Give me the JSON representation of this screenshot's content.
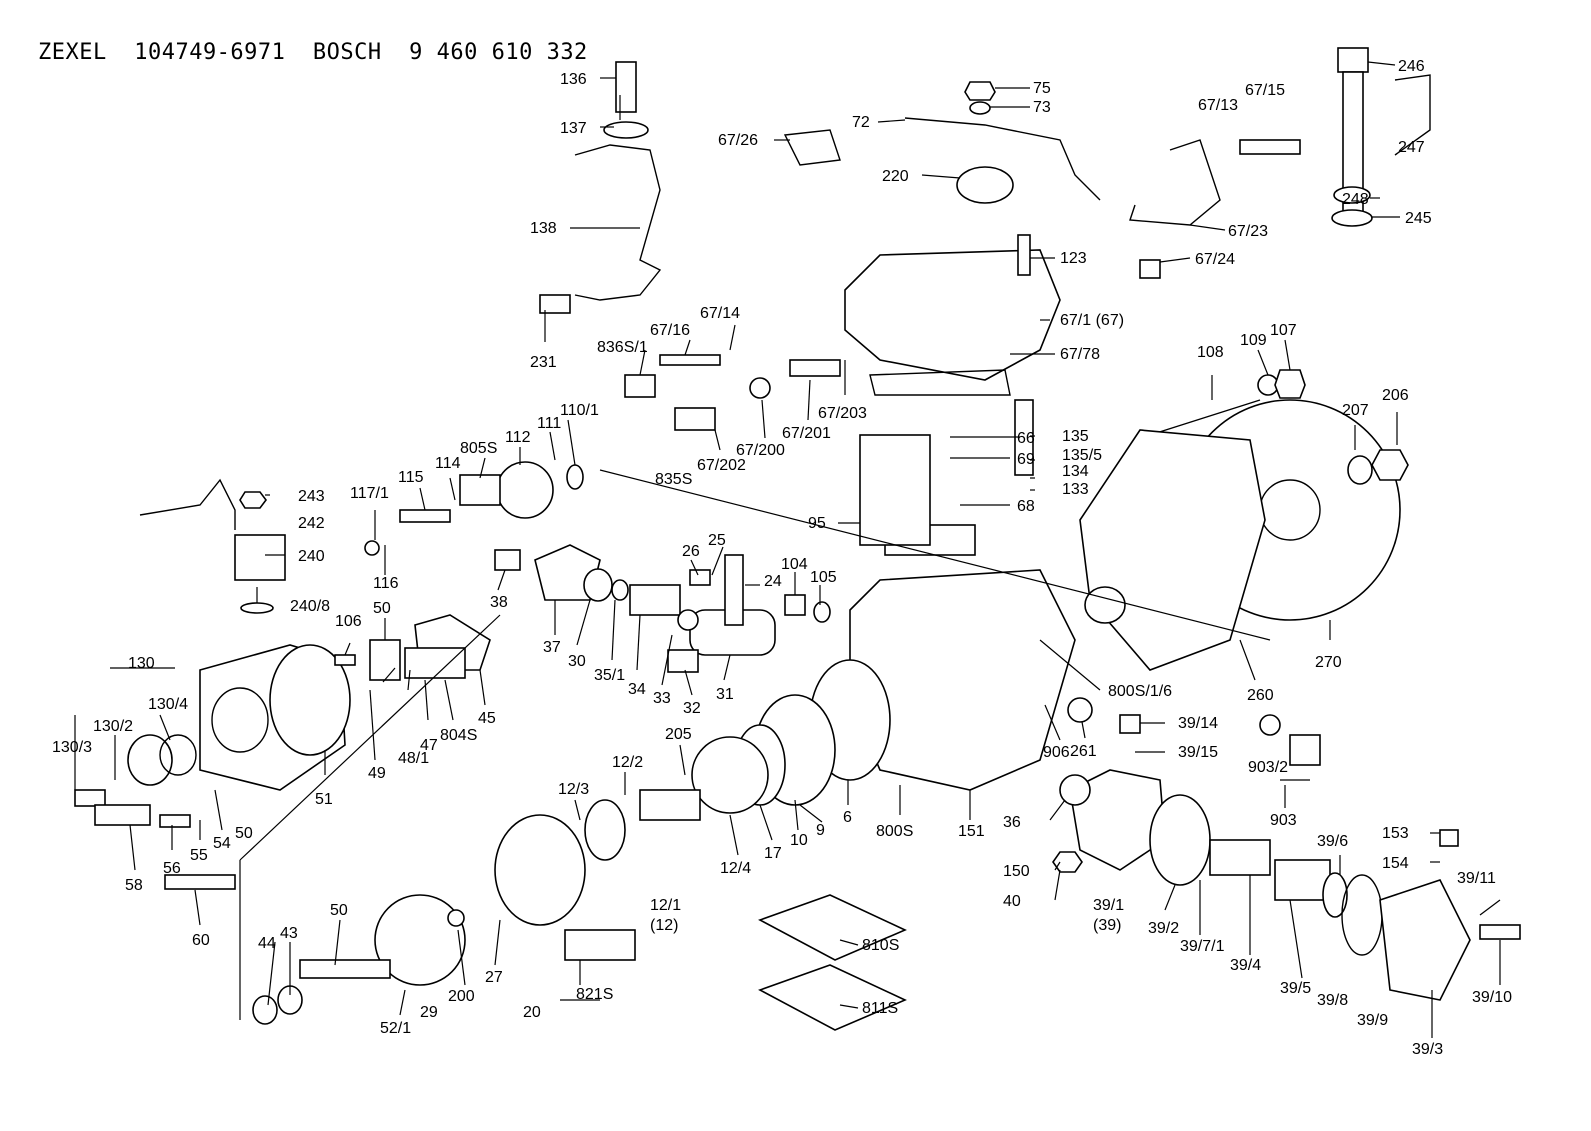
{
  "title": "ZEXEL  104749-6971  BOSCH  9 460 610 332",
  "callouts": [
    "136",
    "137",
    "138",
    "231",
    "75",
    "73",
    "72",
    "67/26",
    "220",
    "123",
    "67/1 (67)",
    "67/78",
    "246",
    "67/15",
    "67/13",
    "247",
    "248",
    "245",
    "67/23",
    "67/24",
    "836S/1",
    "67/16",
    "67/14",
    "67/203",
    "67/201",
    "67/200",
    "67/202",
    "108",
    "109",
    "107",
    "206",
    "207",
    "110/1",
    "111",
    "112",
    "805S",
    "114",
    "115",
    "117/1",
    "116",
    "835S",
    "243",
    "242",
    "240",
    "240/8",
    "66",
    "69",
    "68",
    "95",
    "135",
    "135/5",
    "134",
    "133",
    "26",
    "25",
    "24",
    "104",
    "105",
    "38",
    "37",
    "30",
    "35/1",
    "34",
    "33",
    "32",
    "31",
    "106",
    "50",
    "130",
    "130/4",
    "130/2",
    "130/3",
    "51",
    "49",
    "48/1",
    "47",
    "804S",
    "45",
    "260",
    "270",
    "800S/1/6",
    "903/2",
    "903",
    "39/14",
    "39/15",
    "261",
    "906",
    "205",
    "12/2",
    "12/3",
    "12/4",
    "17",
    "10",
    "9",
    "6",
    "800S",
    "151",
    "36",
    "58",
    "56",
    "55",
    "54",
    "50",
    "60",
    "150",
    "40",
    "39/1",
    "(39)",
    "39/2",
    "39/7/1",
    "39/4",
    "39/5",
    "39/6",
    "39/8",
    "39/9",
    "39/3",
    "153",
    "154",
    "39/11",
    "39/10",
    "12/1",
    "(12)",
    "27",
    "200",
    "44",
    "43",
    "50",
    "52/1",
    "29",
    "20",
    "821S",
    "810S",
    "811S"
  ]
}
